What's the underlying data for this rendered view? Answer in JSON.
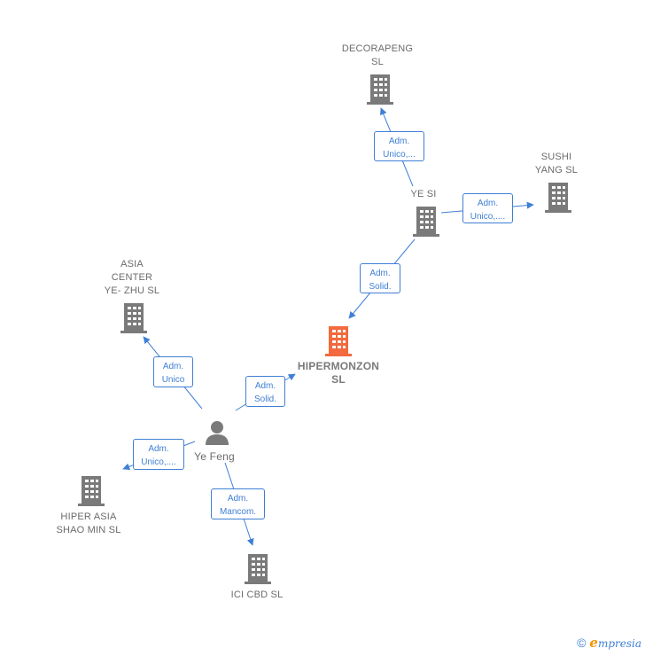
{
  "nodes": {
    "decorapeng": {
      "label": "DECORAPENG\nSL",
      "type": "company"
    },
    "yesi": {
      "label": "YE SI",
      "type": "company"
    },
    "sushi": {
      "label": "SUSHI\nYANG  SL",
      "type": "company"
    },
    "asia_center": {
      "label": "ASIA\nCENTER\nYE- ZHU SL",
      "type": "company"
    },
    "hipermonzon": {
      "label": "HIPERMONZON\nSL",
      "type": "company-main"
    },
    "yefeng": {
      "label": "Ye Feng",
      "type": "person"
    },
    "hiper_asia": {
      "label": "HIPER ASIA\nSHAO MIN  SL",
      "type": "company"
    },
    "ici_cbd": {
      "label": "ICI CBD  SL",
      "type": "company"
    }
  },
  "edges": {
    "yesi_decorapeng": "Adm.\nUnico,...",
    "yesi_sushi": "Adm.\nUnico,....",
    "yesi_hipermonzon": "Adm.\nSolid.",
    "yefeng_asia": "Adm.\nUnico",
    "yefeng_hipermonzon": "Adm.\nSolid.",
    "yefeng_hiperasia": "Adm.\nUnico,....",
    "yefeng_ici": "Adm.\nMancom."
  },
  "colors": {
    "company_icon": "#7a7a7a",
    "main_icon": "#f26a3d",
    "person_icon": "#7a7a7a",
    "link": "#3f7fd4"
  },
  "footer": {
    "copyright": "©",
    "brand_first": "e",
    "brand_rest": "mpresia"
  }
}
